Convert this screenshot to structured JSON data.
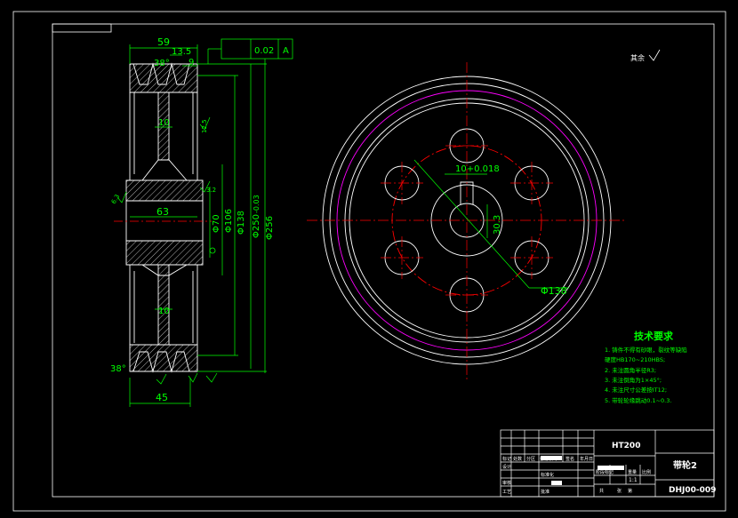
{
  "dimensions": {
    "overall_width": "59",
    "groove_pitch": "13.5",
    "groove_angle_top": "38°",
    "groove_depth": "9",
    "tolerance_flatness": "0.02",
    "datum_letter": "A",
    "hub_inner_dim": "63",
    "web_thickness_top": "10",
    "web_thickness_bottom": "10",
    "bore_dia": "Φ70",
    "hub_dia": "Φ106",
    "pcd_dia": "Φ138",
    "pitch_dia": "Φ250",
    "pitch_tol": "-0.03",
    "outer_dia": "Φ256",
    "bottom_width": "45",
    "groove_angle_bottom": "38°",
    "keyway_label": "10+0.018",
    "key_depth": "30.3",
    "hole_circle_dia": "Φ138",
    "roughness_hub": "12.5",
    "roughness_face": "3.2",
    "roughness_left": "6.3"
  },
  "surface_finish_note": "其余",
  "tech_requirements": {
    "title": "技术要求",
    "items": [
      "1. 铸件不得有砂眼，裂纹等缺陷",
      "   硬度HB170~210HBS;",
      "2. 未注圆角半径R3;",
      "3. 未注倒角为1×45°;",
      "4. 未注尺寸公差按IT12;",
      "5. 带轮轮缘跳动0.1~0.3."
    ]
  },
  "title_block": {
    "material": "HT200",
    "part_name": "带轮2",
    "drawing_no": "DHJ00-009",
    "scale": "1:1",
    "labels": {
      "mark": "标记",
      "count": "处数",
      "zone": "分区",
      "change_doc": "更改文件号",
      "sign": "签名",
      "date": "年月日",
      "design": "设计",
      "standard": "标准化",
      "review": "审核",
      "process": "工艺",
      "approve": "批准",
      "stage_mark": "阶段标记",
      "weight": "重量",
      "scale_label": "比例",
      "sheet_total": "共",
      "sheet": "张",
      "sheet_of": "第"
    }
  },
  "colors": {
    "background": "#000000",
    "outline": "#ffffff",
    "dimension": "#00ff00",
    "center": "#ff0000",
    "pitch": "#ff00ff"
  }
}
